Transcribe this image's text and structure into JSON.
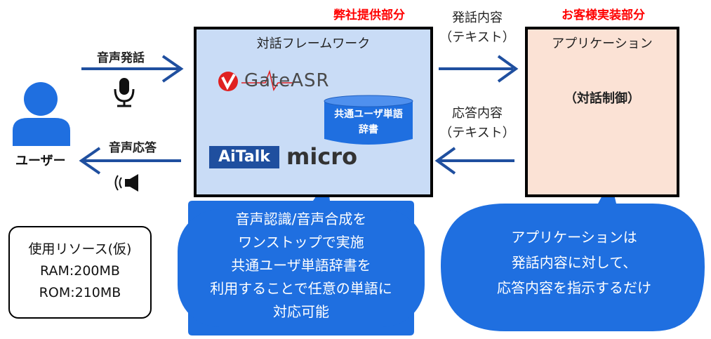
{
  "labels": {
    "provider_part": "弊社提供部分",
    "customer_part": "お客様実装部分",
    "voice_utterance": "音声発話",
    "voice_response": "音声応答",
    "user": "ユーザー",
    "utterance_content": "発話内容",
    "text1": "（テキスト）",
    "response_content": "応答内容",
    "text2": "（テキスト）"
  },
  "framework_box": {
    "title": "対話フレームワーク",
    "asr_logo": "GateASR",
    "dictionary": [
      "共通ユーザ単語",
      "辞書"
    ],
    "tts_logo_brand": "AiTalk",
    "tts_logo_suffix": "micro"
  },
  "app_box": {
    "title": "アプリケーション",
    "control": "（対話制御）"
  },
  "bubble_left": [
    "音声認識/音声合成を",
    "ワンストップで実施",
    "共通ユーザ単語辞書を",
    "利用することで任意の単語に",
    "対応可能"
  ],
  "bubble_right": [
    "アプリケーションは",
    "発話内容に対して、",
    "応答内容を指示するだけ"
  ],
  "resources": {
    "title": "使用リソース(仮)",
    "ram": "RAM:200MB",
    "rom": "ROM:210MB"
  },
  "colors": {
    "arrow": "#1f4f9f",
    "bubble": "#1f6fe0",
    "framework_fill": "#c9dcf6",
    "app_fill": "#fbe2d5",
    "user_icon": "#1f6fe0",
    "asr_red": "#e02020",
    "heading_red": "#ff0000"
  },
  "icons": [
    "user-icon",
    "microphone-icon",
    "speaker-icon",
    "database-icon"
  ]
}
